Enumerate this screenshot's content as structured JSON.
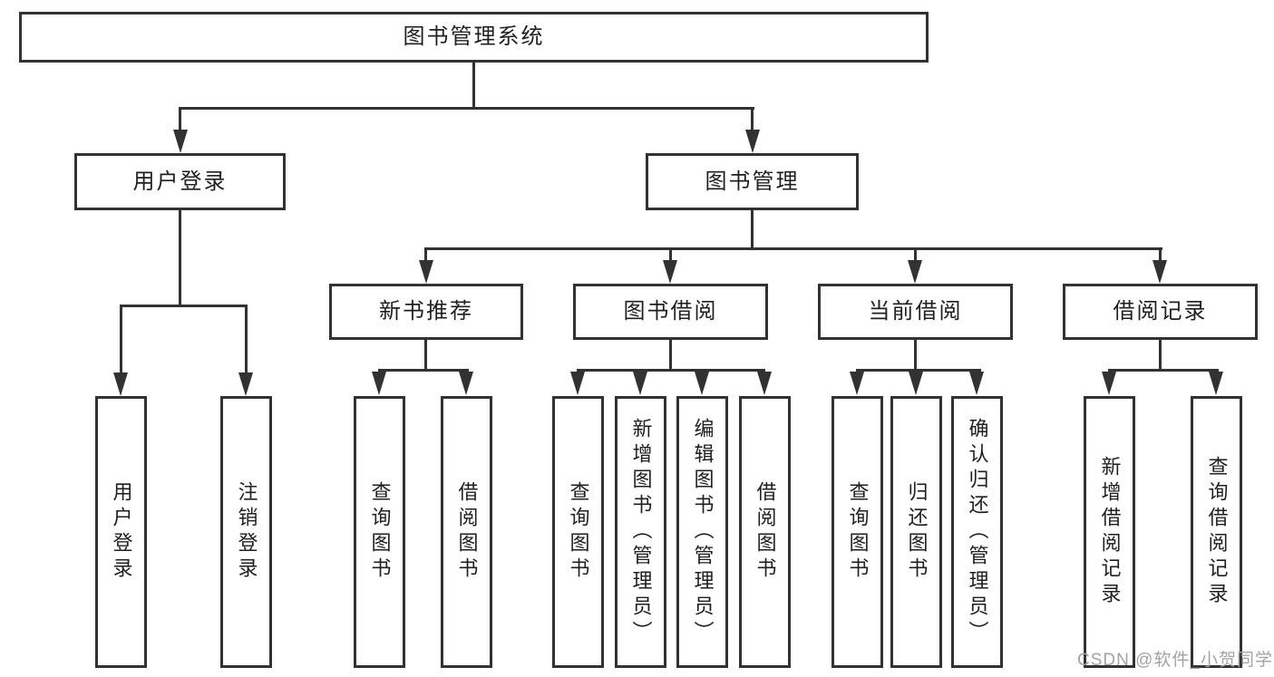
{
  "diagram": {
    "title": "图书管理系统",
    "branches": [
      {
        "label": "用户登录",
        "children": [
          "用户登录",
          "注销登录"
        ]
      },
      {
        "label": "图书管理",
        "sections": [
          {
            "label": "新书推荐",
            "children": [
              "查询图书",
              "借阅图书"
            ]
          },
          {
            "label": "图书借阅",
            "children": [
              "查询图书",
              "新增图书（管理员）",
              "编辑图书（管理员）",
              "借阅图书"
            ]
          },
          {
            "label": "当前借阅",
            "children": [
              "查询图书",
              "归还图书",
              "确认归还（管理员）"
            ]
          },
          {
            "label": "借阅记录",
            "children": [
              "新增借阅记录",
              "查询借阅记录"
            ]
          }
        ]
      }
    ],
    "watermark": "CSDN @软件_小贺同学",
    "colors": {
      "line": "#323232",
      "text": "#1f1f1f",
      "watermark": "#a3a3a3",
      "background": "#ffffff"
    }
  }
}
